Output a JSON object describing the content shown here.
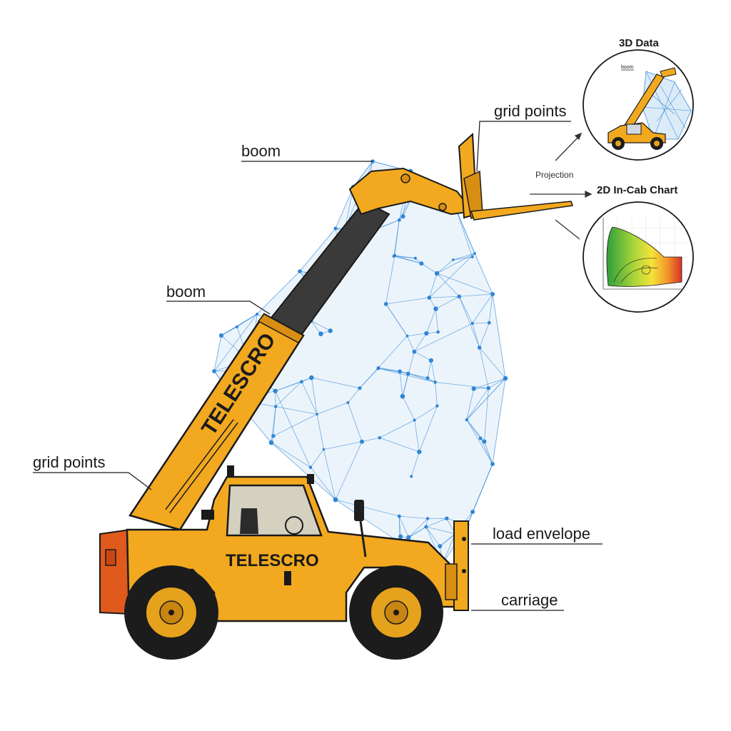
{
  "labels": {
    "boom_top": "boom",
    "boom_mid": "boom",
    "grid_points_left": "grid points",
    "grid_points_top": "grid points",
    "load_envelope": "load envelope",
    "carriage": "carriage",
    "projection": "Projection"
  },
  "insets": {
    "data3d_title": "3D Data",
    "data3d_tag": "boom",
    "chart2d_title": "2D In-Cab Chart"
  },
  "machine": {
    "brand_boom": "TELESCRO",
    "brand_body": "TELESCRO"
  },
  "colors": {
    "machine_yellow": "#F2A91F",
    "machine_dark_yellow": "#D88E12",
    "counterweight": "#E05A1E",
    "mesh_blue": "#3B8FD9",
    "mesh_fill": "#DCEBF8",
    "tire": "#1c1c1c"
  }
}
